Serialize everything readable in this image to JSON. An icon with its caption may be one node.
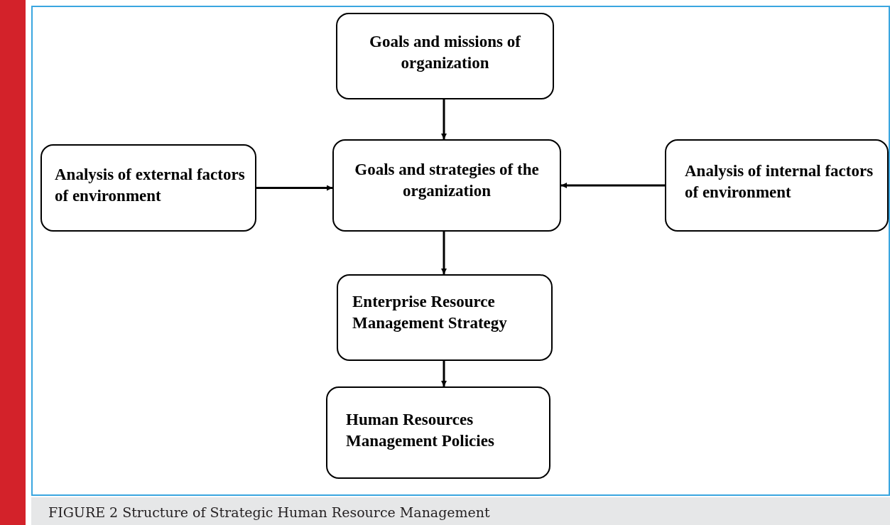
{
  "diagram": {
    "caption": "FIGURE 2 Structure of Strategic Human Resource Management",
    "nodes": [
      {
        "text": [
          "Goals and missions of organization"
        ]
      },
      {
        "text": [
          "Analysis of external factors of environment"
        ]
      },
      {
        "text": [
          "Goals and strategies of the organization"
        ]
      },
      {
        "text": [
          "Analysis of internal factors of environment"
        ]
      },
      {
        "text": [
          "Enterprise Resource Management Strategy"
        ]
      },
      {
        "text": [
          "Human Resources Management Policies"
        ]
      }
    ],
    "edges": [
      {
        "from": 0,
        "to": 2,
        "arrow": "to"
      },
      {
        "from": 1,
        "to": 2,
        "arrow": "to"
      },
      {
        "from": 3,
        "to": 2,
        "arrow": "to"
      },
      {
        "from": 2,
        "to": 4,
        "arrow": "to"
      },
      {
        "from": 4,
        "to": 5,
        "arrow": "to"
      }
    ]
  }
}
